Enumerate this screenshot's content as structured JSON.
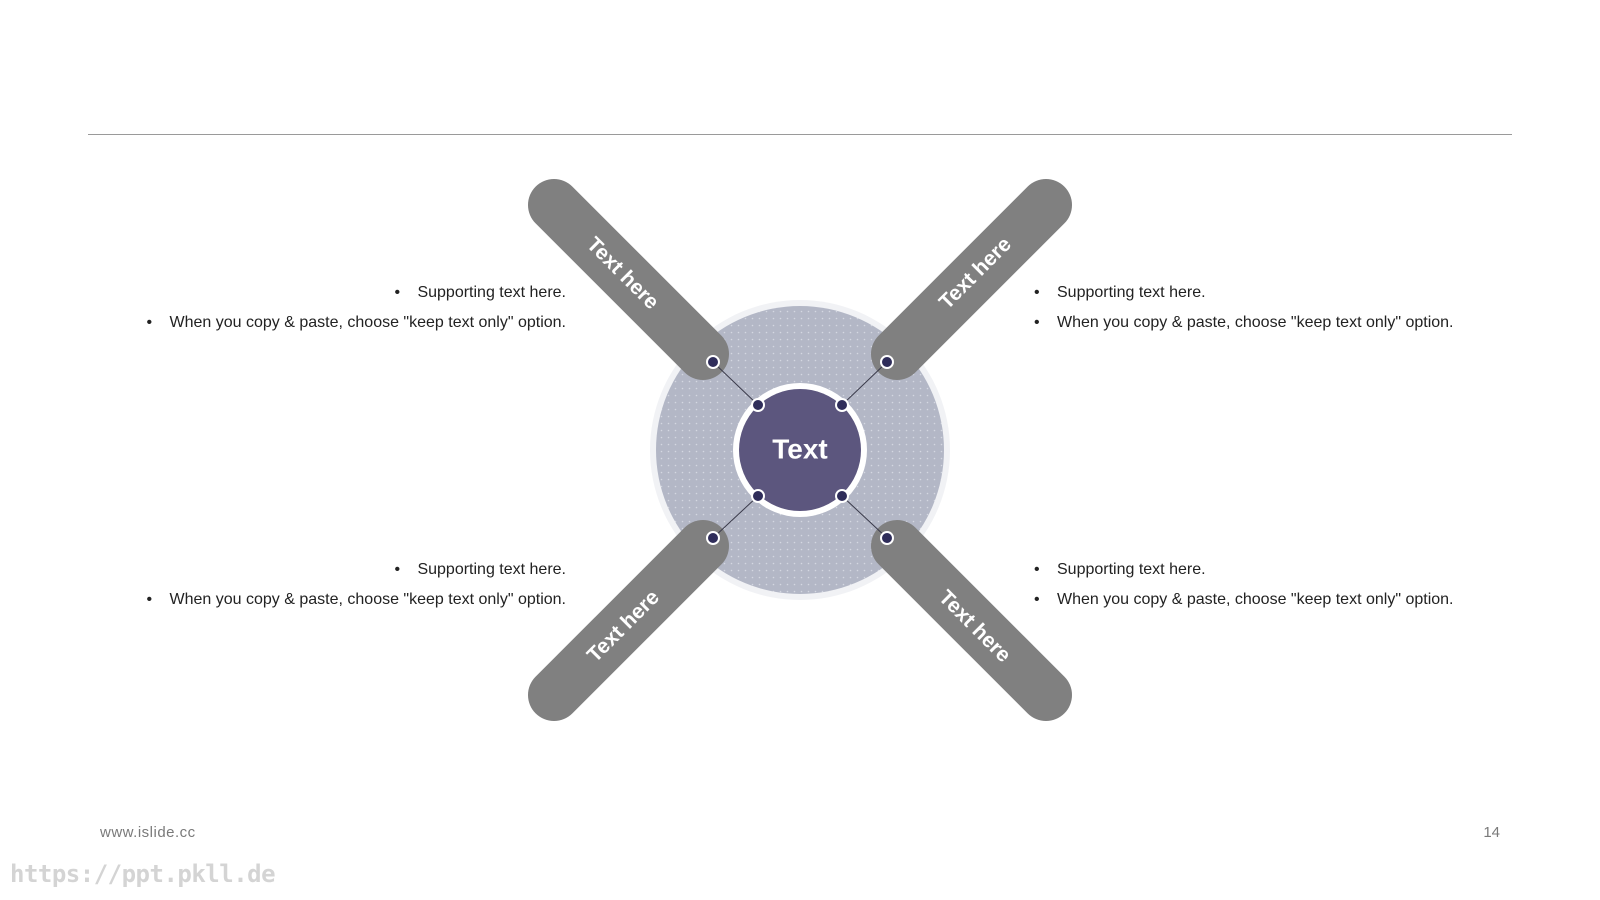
{
  "slide": {
    "center_label": "Text",
    "arms": [
      {
        "id": "top-left",
        "label": "Text here"
      },
      {
        "id": "top-right",
        "label": "Text here"
      },
      {
        "id": "bottom-left",
        "label": "Text here"
      },
      {
        "id": "bottom-right",
        "label": "Text here"
      }
    ],
    "blocks": {
      "top_left": [
        "Supporting text here.",
        "When you copy & paste, choose \"keep text only\" option."
      ],
      "top_right": [
        "Supporting text here.",
        "When you copy & paste, choose \"keep text only\" option."
      ],
      "bottom_left": [
        "Supporting text here.",
        "When you copy & paste, choose \"keep text only\" option."
      ],
      "bottom_right": [
        "Supporting text here.",
        "When you copy & paste, choose \"keep text only\" option."
      ]
    },
    "bullet_glyph": "•"
  },
  "footer": {
    "site": "www.islide.cc",
    "page_number": "14"
  },
  "watermark": "https://ppt.pkll.de",
  "colors": {
    "arm": "#808080",
    "center": "#5c567e",
    "ring": "#b3b7c6",
    "node": "#2f2d5a",
    "rule": "#9a9a9a"
  }
}
